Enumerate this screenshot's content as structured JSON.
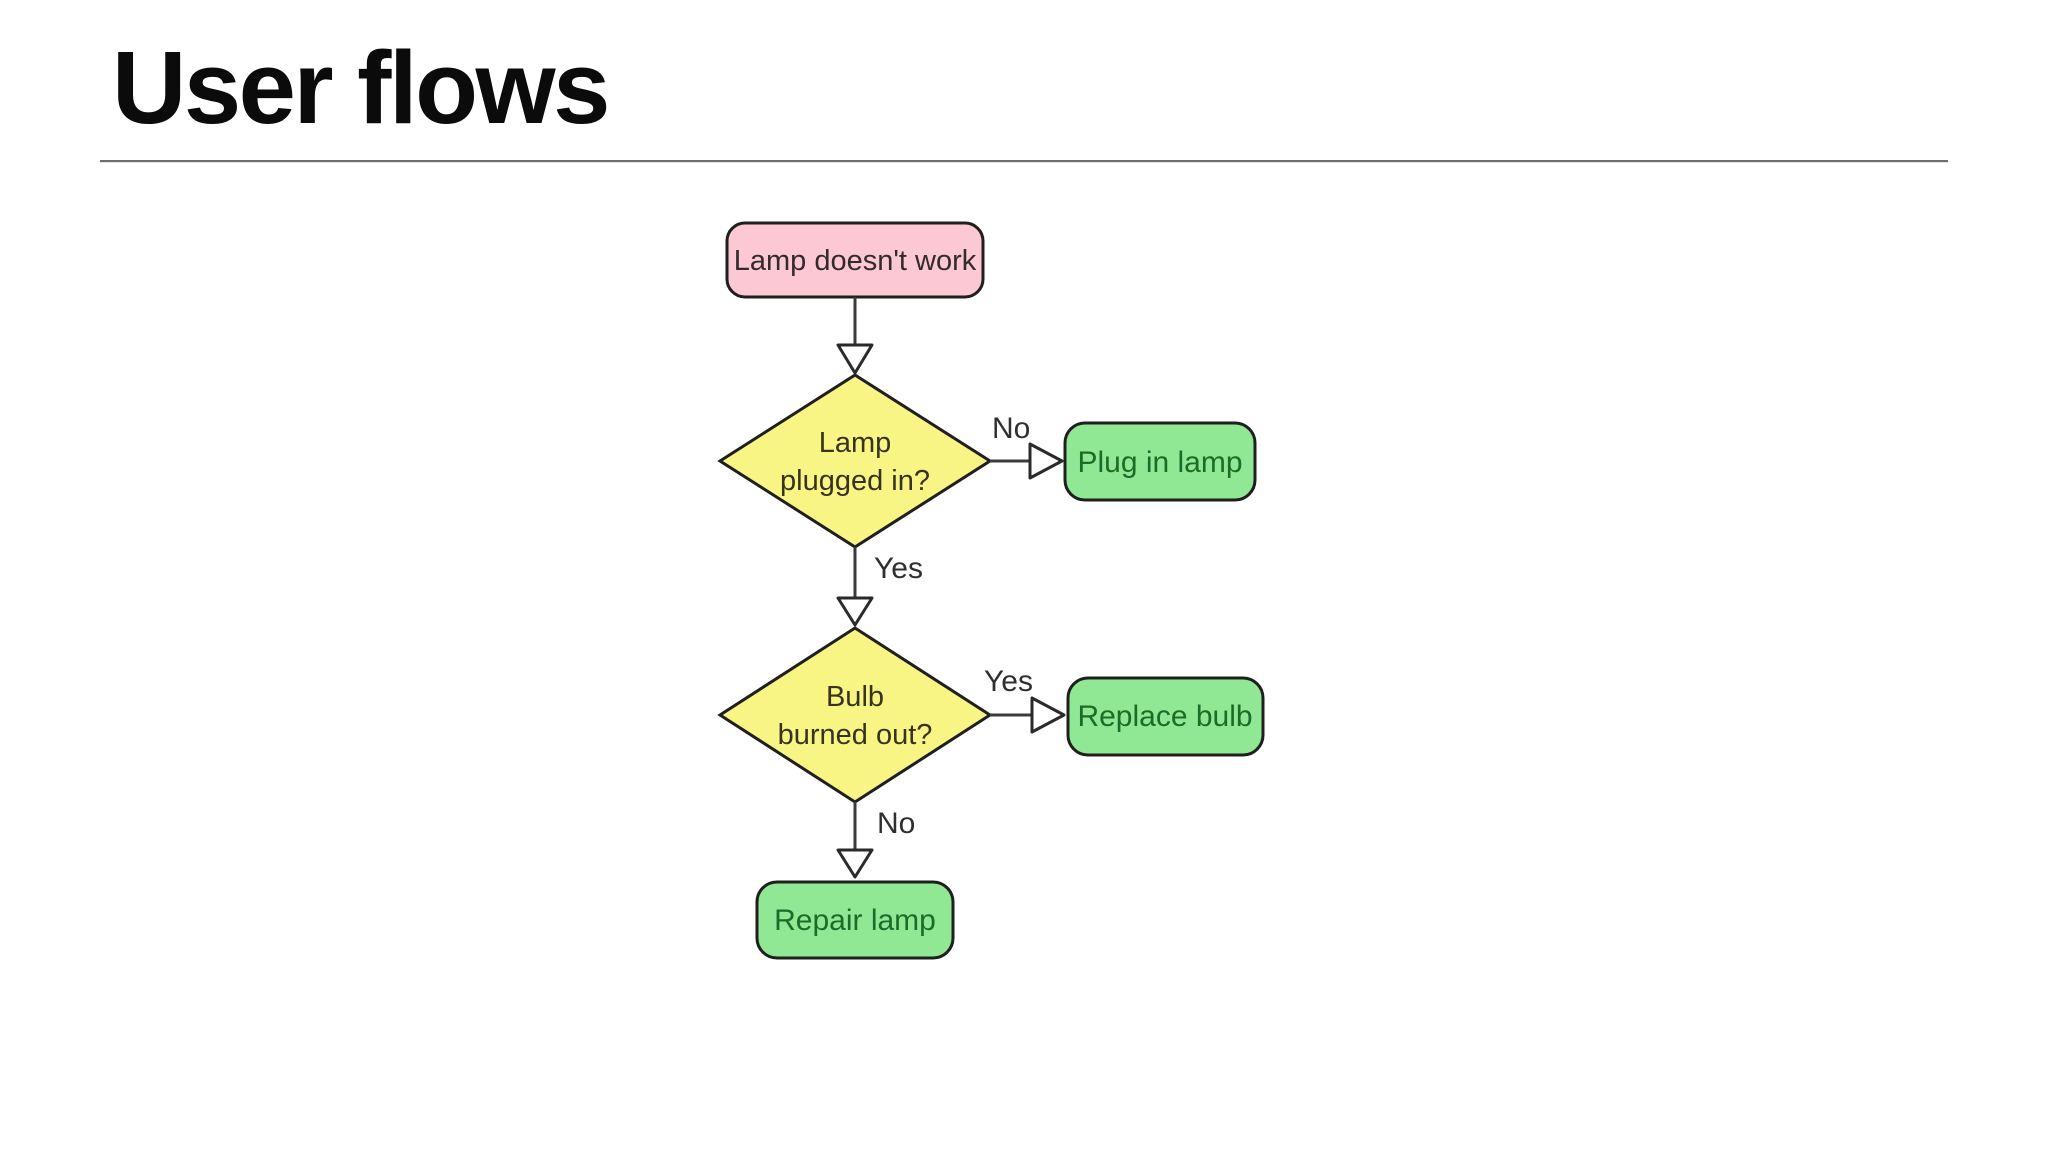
{
  "page": {
    "title": "User flows"
  },
  "colors": {
    "start_fill": "#FBC8D3",
    "decision_fill": "#F8F584",
    "action_fill": "#90E894",
    "shape_border": "#1f1f1f",
    "connector_line": "#3b3b3b"
  },
  "flowchart": {
    "start": {
      "label": "Lamp doesn't work"
    },
    "decision1": {
      "line1": "Lamp",
      "line2": "plugged in?"
    },
    "action1": {
      "label": "Plug in lamp"
    },
    "decision2": {
      "line1": "Bulb",
      "line2": "burned out?"
    },
    "action2": {
      "label": "Replace bulb"
    },
    "action3": {
      "label": "Repair lamp"
    },
    "edge_labels": {
      "decision1_no": "No",
      "decision1_yes": "Yes",
      "decision2_yes": "Yes",
      "decision2_no": "No"
    }
  }
}
